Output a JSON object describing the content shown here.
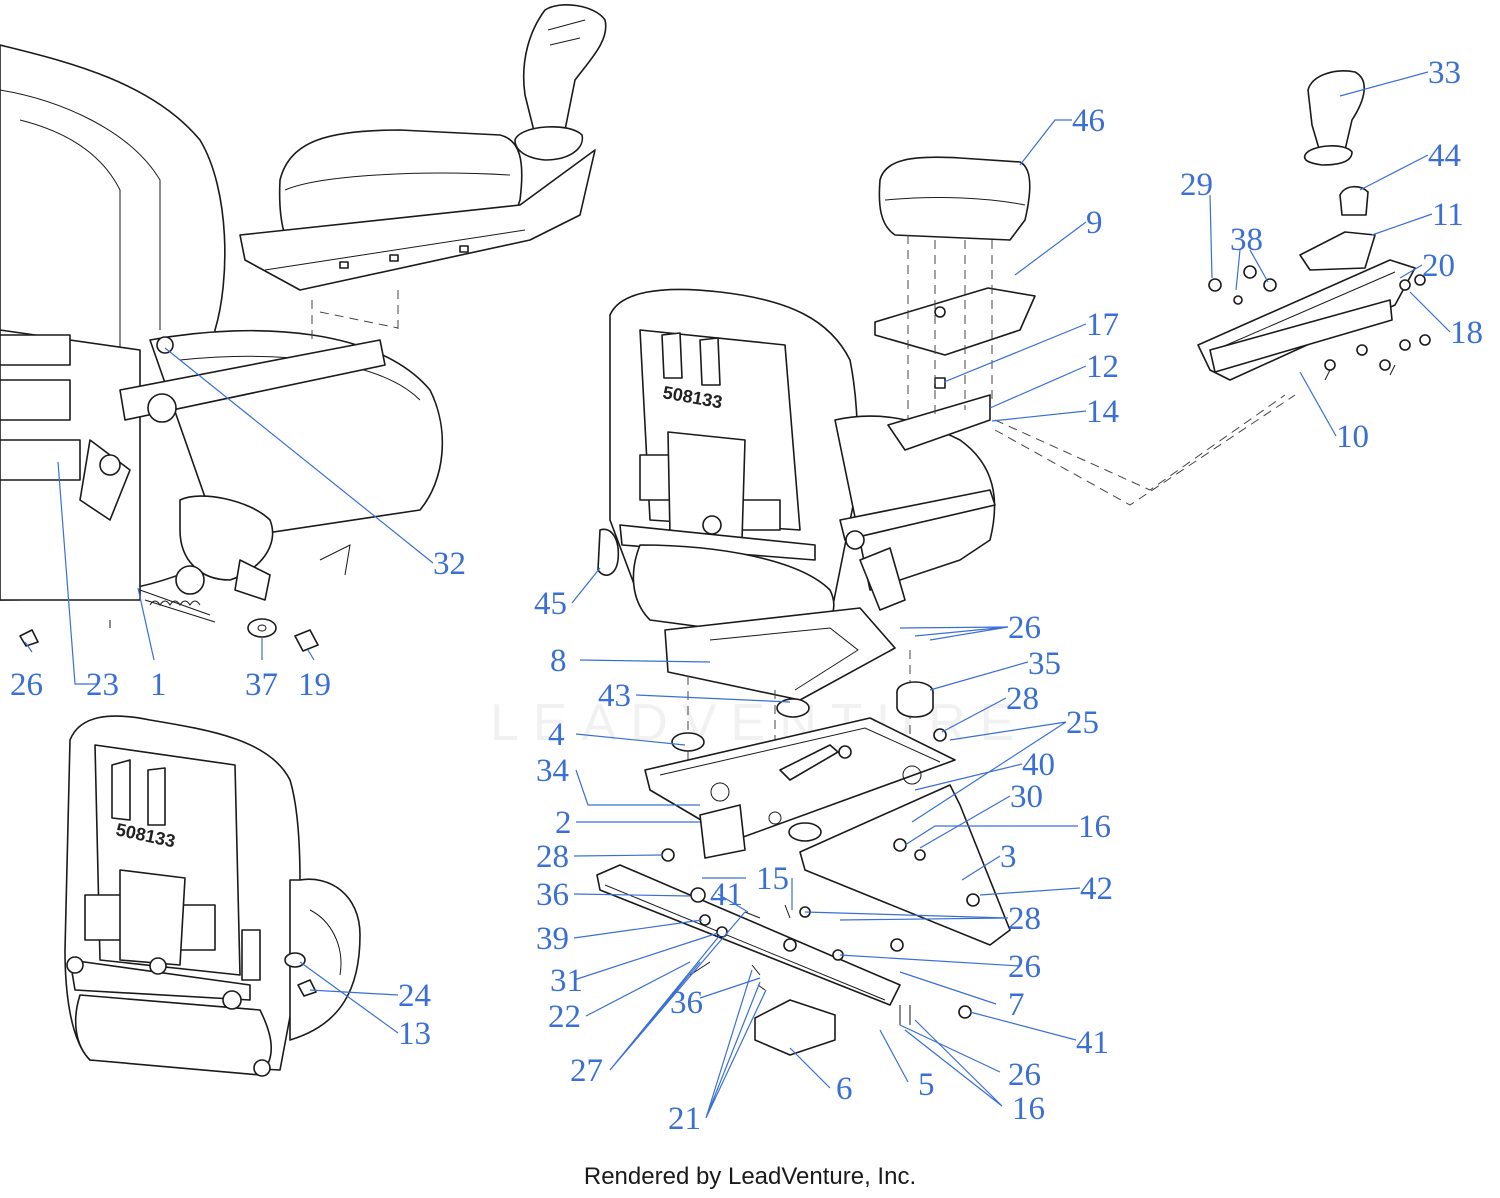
{
  "diagram": {
    "stamps": [
      "508133",
      "508133"
    ],
    "watermark": "LEADVENTURE",
    "footer": "Rendered by LeadVenture, Inc.",
    "callouts": [
      "33",
      "46",
      "44",
      "29",
      "38",
      "11",
      "9",
      "20",
      "18",
      "17",
      "12",
      "14",
      "10",
      "32",
      "45",
      "26",
      "8",
      "35",
      "43",
      "28",
      "25",
      "4",
      "34",
      "40",
      "2",
      "30",
      "16",
      "28",
      "3",
      "36",
      "15",
      "41",
      "42",
      "28",
      "39",
      "26",
      "31",
      "7",
      "22",
      "36",
      "41",
      "26",
      "27",
      "5",
      "16",
      "6",
      "21",
      "26",
      "23",
      "1",
      "37",
      "19",
      "24",
      "13"
    ],
    "colors": {
      "callout": "#3a6fd6",
      "line": "#1a1a1a"
    }
  }
}
